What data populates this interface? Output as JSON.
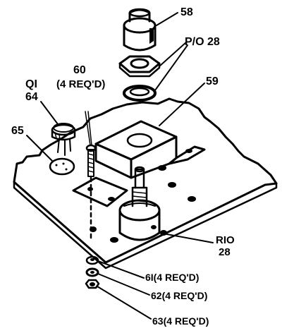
{
  "labels": {
    "l58": "58",
    "l_p028": "P/O 28",
    "l60": "60",
    "l60_req": "(4 REQ'D)",
    "l_q1": "QI",
    "l64": "64",
    "l65": "65",
    "l59": "59",
    "l_r10": "RIO",
    "l28": "28",
    "l61": "6I(4 REQ'D)",
    "l62": "62(4 REQ'D)",
    "l63": "63(4 REQ'D)"
  }
}
